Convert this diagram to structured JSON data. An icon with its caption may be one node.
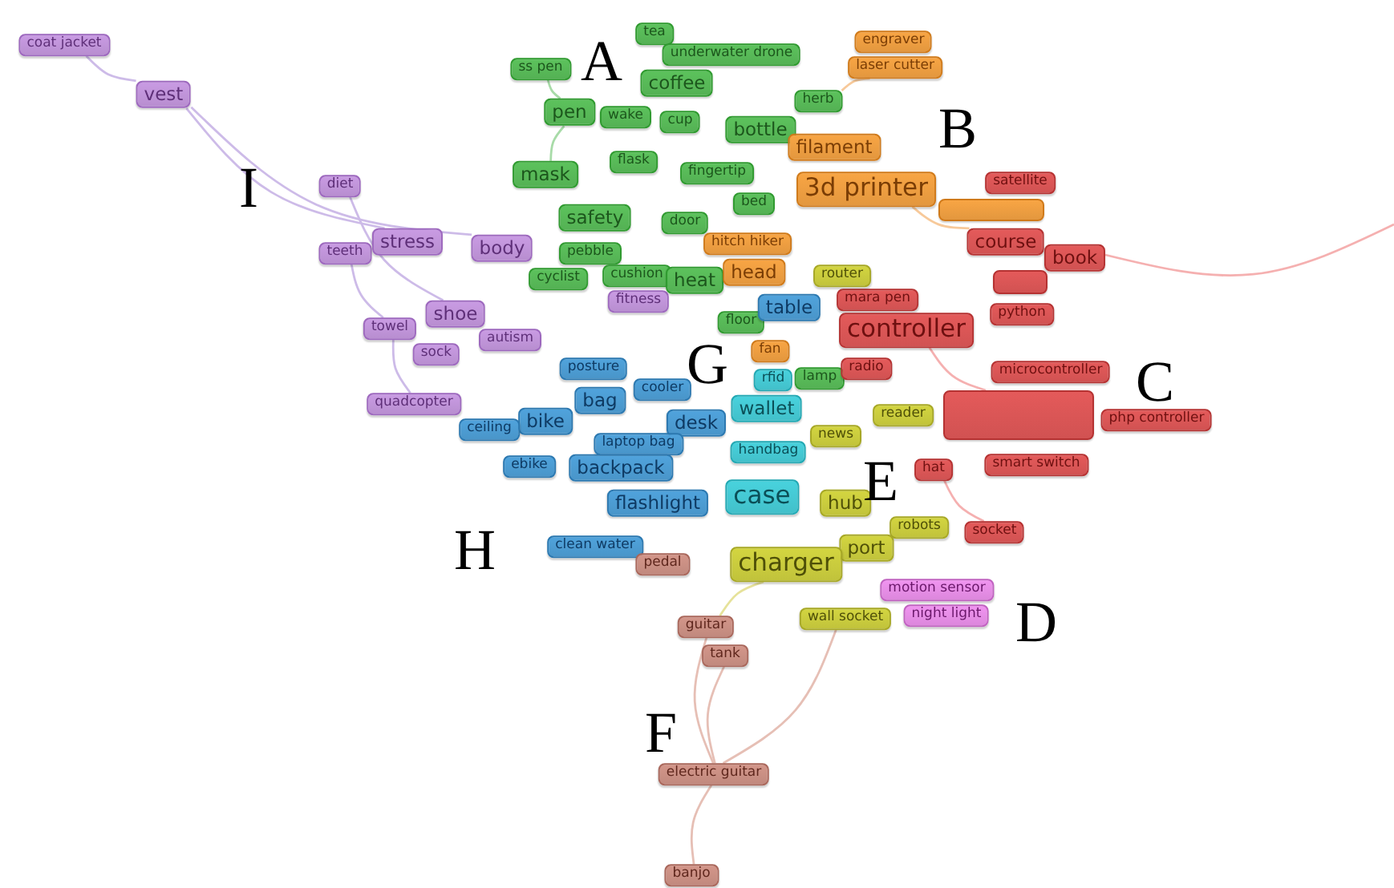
{
  "diagram": {
    "nodes": [
      {
        "text": [
          "coat jacket"
        ]
      },
      {
        "text": [
          "vest"
        ]
      },
      {
        "text": [
          "diet"
        ]
      },
      {
        "text": [
          "teeth"
        ]
      },
      {
        "text": [
          "stress"
        ]
      },
      {
        "text": [
          "body"
        ]
      },
      {
        "text": [
          "shoe"
        ]
      },
      {
        "text": [
          "towel"
        ]
      },
      {
        "text": [
          "sock"
        ]
      },
      {
        "text": [
          "autism"
        ]
      },
      {
        "text": [
          "quadcopter"
        ]
      },
      {
        "text": [
          "fitness"
        ]
      },
      {
        "text": [
          "tea"
        ]
      },
      {
        "text": [
          "underwater drone"
        ]
      },
      {
        "text": [
          "ss pen"
        ]
      },
      {
        "text": [
          "coffee"
        ]
      },
      {
        "text": [
          "pen"
        ]
      },
      {
        "text": [
          "wake"
        ]
      },
      {
        "text": [
          "cup"
        ]
      },
      {
        "text": [
          "herb"
        ]
      },
      {
        "text": [
          "bottle"
        ]
      },
      {
        "text": [
          "mask"
        ]
      },
      {
        "text": [
          "flask"
        ]
      },
      {
        "text": [
          "fingertip"
        ]
      },
      {
        "text": [
          "bed"
        ]
      },
      {
        "text": [
          "safety"
        ]
      },
      {
        "text": [
          "door"
        ]
      },
      {
        "text": [
          "pebble"
        ]
      },
      {
        "text": [
          "cyclist"
        ]
      },
      {
        "text": [
          "cushion"
        ]
      },
      {
        "text": [
          "heat"
        ]
      },
      {
        "text": [
          "floor"
        ]
      },
      {
        "text": [
          "lamp"
        ]
      },
      {
        "text": [
          "engraver"
        ]
      },
      {
        "text": [
          "laser cutter"
        ]
      },
      {
        "text": [
          "filament"
        ]
      },
      {
        "text": [
          "3d printer"
        ]
      },
      {
        "text": [
          "hitch hiker"
        ]
      },
      {
        "text": [
          "head"
        ]
      },
      {
        "text": [
          "fan"
        ]
      },
      {
        "text": [],
        "shape": "box"
      },
      {
        "text": [
          "satellite"
        ]
      },
      {
        "text": [
          "course"
        ]
      },
      {
        "text": [
          "book"
        ]
      },
      {
        "text": [],
        "shape": "box"
      },
      {
        "text": [
          "mara pen"
        ]
      },
      {
        "text": [
          "python"
        ]
      },
      {
        "text": [
          "controller"
        ]
      },
      {
        "text": [
          "radio"
        ]
      },
      {
        "text": [
          "microcontroller"
        ]
      },
      {
        "text": [],
        "shape": "box"
      },
      {
        "text": [
          "php controller"
        ]
      },
      {
        "text": [
          "hat"
        ]
      },
      {
        "text": [
          "smart switch"
        ]
      },
      {
        "text": [
          "socket"
        ]
      },
      {
        "text": [
          "router"
        ]
      },
      {
        "text": [
          "reader"
        ]
      },
      {
        "text": [
          "news"
        ]
      },
      {
        "text": [
          "hub"
        ]
      },
      {
        "text": [
          "robots"
        ]
      },
      {
        "text": [
          "port"
        ]
      },
      {
        "text": [
          "charger"
        ]
      },
      {
        "text": [
          "wall socket"
        ]
      },
      {
        "text": [
          "rfid"
        ]
      },
      {
        "text": [
          "wallet"
        ]
      },
      {
        "text": [
          "handbag"
        ]
      },
      {
        "text": [
          "case"
        ]
      },
      {
        "text": [
          "table"
        ]
      },
      {
        "text": [
          "posture"
        ]
      },
      {
        "text": [
          "cooler"
        ]
      },
      {
        "text": [
          "bag"
        ]
      },
      {
        "text": [
          "bike"
        ]
      },
      {
        "text": [
          "ceiling"
        ]
      },
      {
        "text": [
          "desk"
        ]
      },
      {
        "text": [
          "laptop bag"
        ]
      },
      {
        "text": [
          "ebike"
        ]
      },
      {
        "text": [
          "backpack"
        ]
      },
      {
        "text": [
          "flashlight"
        ]
      },
      {
        "text": [
          "clean water"
        ]
      },
      {
        "text": [
          "pedal"
        ]
      },
      {
        "text": [
          "guitar"
        ]
      },
      {
        "text": [
          "tank"
        ]
      },
      {
        "text": [
          "electric guitar"
        ]
      },
      {
        "text": [
          "banjo"
        ]
      },
      {
        "text": [
          "motion sensor"
        ]
      },
      {
        "text": [
          "night light"
        ]
      }
    ],
    "edges": [
      {
        "from": 0,
        "to": 1,
        "arrow": "none",
        "color": "#cdbbe8"
      },
      {
        "from": 1,
        "to": 5,
        "arrow": "none",
        "color": "#cdbbe8"
      },
      {
        "from": 1,
        "to": 4,
        "arrow": "none",
        "color": "#cdbbe8"
      },
      {
        "from": 2,
        "to": 6,
        "arrow": "none",
        "color": "#cdbbe8"
      },
      {
        "from": 3,
        "to": 7,
        "arrow": "none",
        "color": "#cdbbe8"
      },
      {
        "from": 7,
        "to": 10,
        "arrow": "none",
        "color": "#cdbbe8"
      },
      {
        "from": 14,
        "to": 16,
        "arrow": "none",
        "color": "#a8dba8"
      },
      {
        "from": 16,
        "to": 21,
        "arrow": "none",
        "color": "#a8dba8"
      },
      {
        "from": 34,
        "to": 19,
        "arrow": "none",
        "color": "#f7c99a"
      },
      {
        "from": 36,
        "to": 42,
        "arrow": "none",
        "color": "#f7c99a"
      },
      {
        "from": 43,
        "to": null,
        "arrow": "none",
        "color": "#f5b0b0"
      },
      {
        "from": 47,
        "to": 50,
        "arrow": "none",
        "color": "#f5b0b0"
      },
      {
        "from": 52,
        "to": 54,
        "arrow": "none",
        "color": "#f5b0b0"
      },
      {
        "from": 61,
        "to": 80,
        "arrow": "none",
        "color": "#e6e29a"
      },
      {
        "from": 80,
        "to": 82,
        "arrow": "none",
        "color": "#e6bfb5"
      },
      {
        "from": 81,
        "to": 82,
        "arrow": "none",
        "color": "#e6bfb5"
      },
      {
        "from": 82,
        "to": 83,
        "arrow": "none",
        "color": "#e6bfb5"
      },
      {
        "from": 82,
        "to": 62,
        "arrow": "none",
        "color": "#e6bfb5"
      }
    ],
    "labels": [
      "A",
      "B",
      "C",
      "D",
      "E",
      "F",
      "G",
      "H",
      "I"
    ]
  }
}
